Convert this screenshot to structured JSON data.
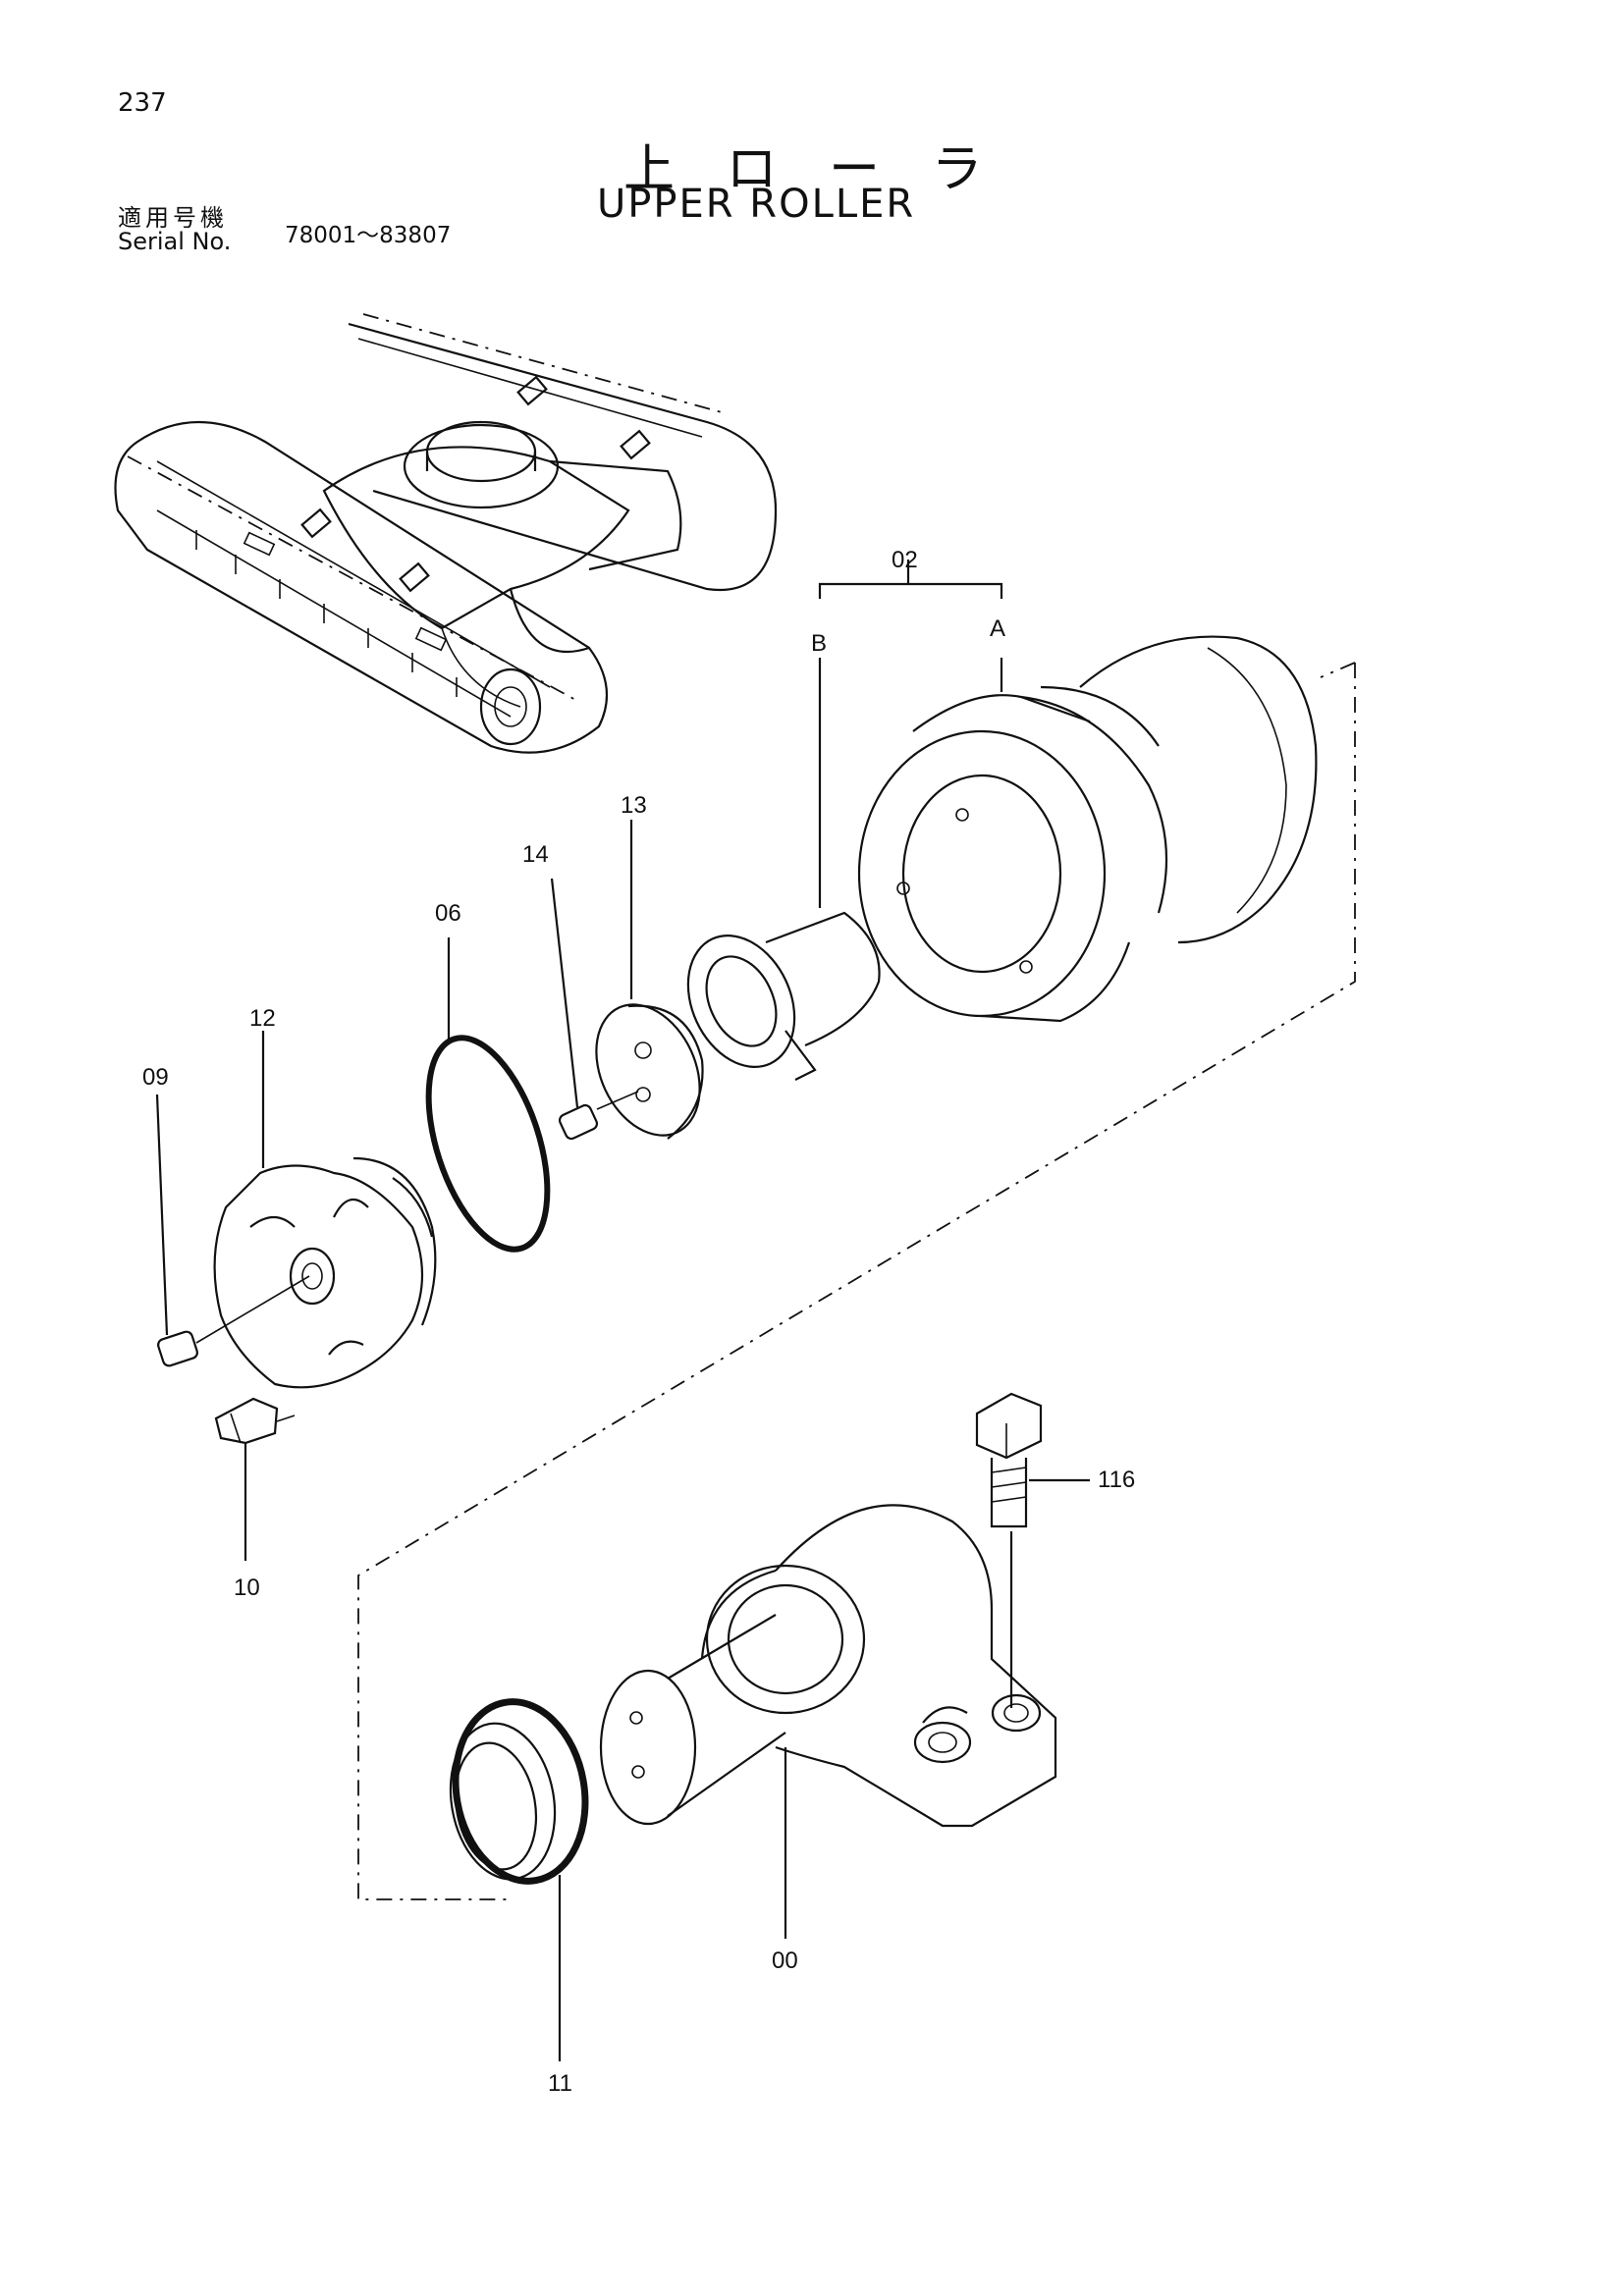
{
  "page": {
    "number": "237"
  },
  "title": {
    "japanese": "上 ロ ー ラ",
    "english": "UPPER ROLLER"
  },
  "serial": {
    "label_jp": "適用号機",
    "label_en": "Serial No.",
    "range": "78001～83807"
  },
  "callouts": {
    "c02": "02",
    "cA": "A",
    "cB": "B",
    "c13": "13",
    "c14": "14",
    "c06": "06",
    "c12": "12",
    "c09": "09",
    "c10": "10",
    "c116": "116",
    "c00": "00",
    "c11": "11"
  }
}
